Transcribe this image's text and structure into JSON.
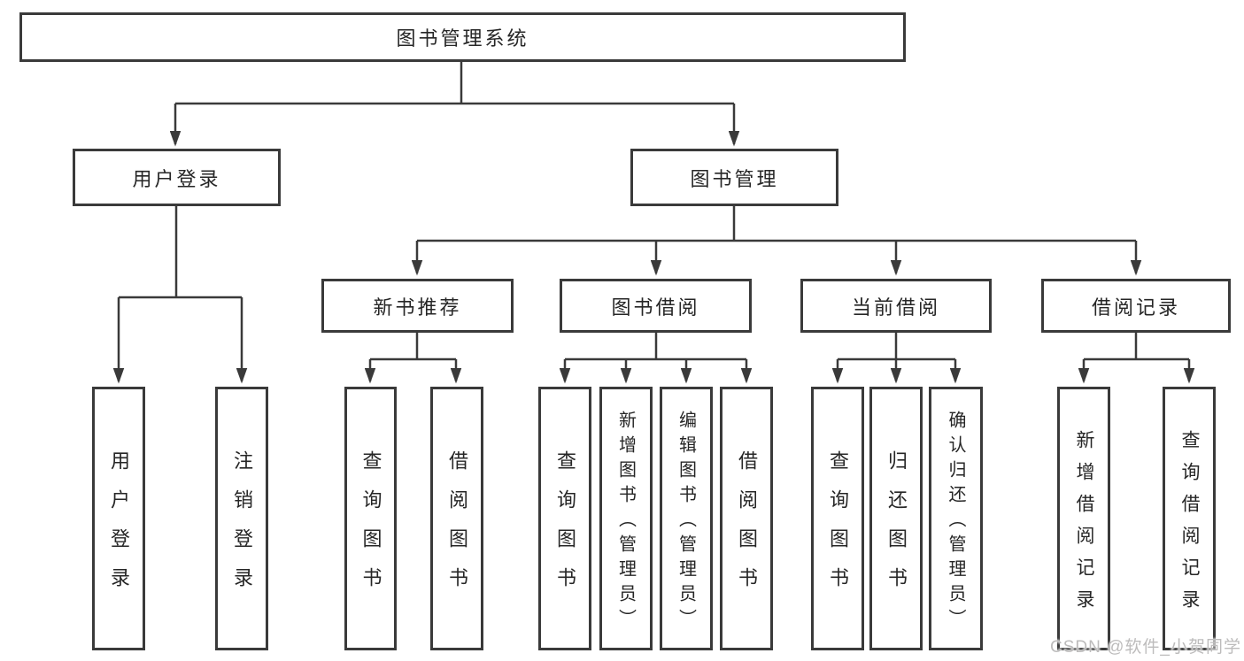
{
  "tree": {
    "label": "图书管理系统",
    "children": [
      {
        "label": "用户登录",
        "children": [
          {
            "label": "用户登录"
          },
          {
            "label": "注销登录"
          }
        ]
      },
      {
        "label": "图书管理",
        "children": [
          {
            "label": "新书推荐",
            "children": [
              {
                "label": "查询图书"
              },
              {
                "label": "借阅图书"
              }
            ]
          },
          {
            "label": "图书借阅",
            "children": [
              {
                "label": "查询图书"
              },
              {
                "label": "新增图书（管理员）"
              },
              {
                "label": "编辑图书（管理员）"
              },
              {
                "label": "借阅图书"
              }
            ]
          },
          {
            "label": "当前借阅",
            "children": [
              {
                "label": "查询图书"
              },
              {
                "label": "归还图书"
              },
              {
                "label": "确认归还（管理员）"
              }
            ]
          },
          {
            "label": "借阅记录",
            "children": [
              {
                "label": "新增借阅记录"
              },
              {
                "label": "查询借阅记录"
              }
            ]
          }
        ]
      }
    ]
  },
  "watermark": {
    "text": "CSDN @软件_小贺同学"
  },
  "colors": {
    "line": "#3a3a3a",
    "box_border": "#3a3a3a",
    "box_fill": "#ffffff",
    "text": "#262626",
    "watermark": "#bdbcbc",
    "background": "#ffffff"
  }
}
